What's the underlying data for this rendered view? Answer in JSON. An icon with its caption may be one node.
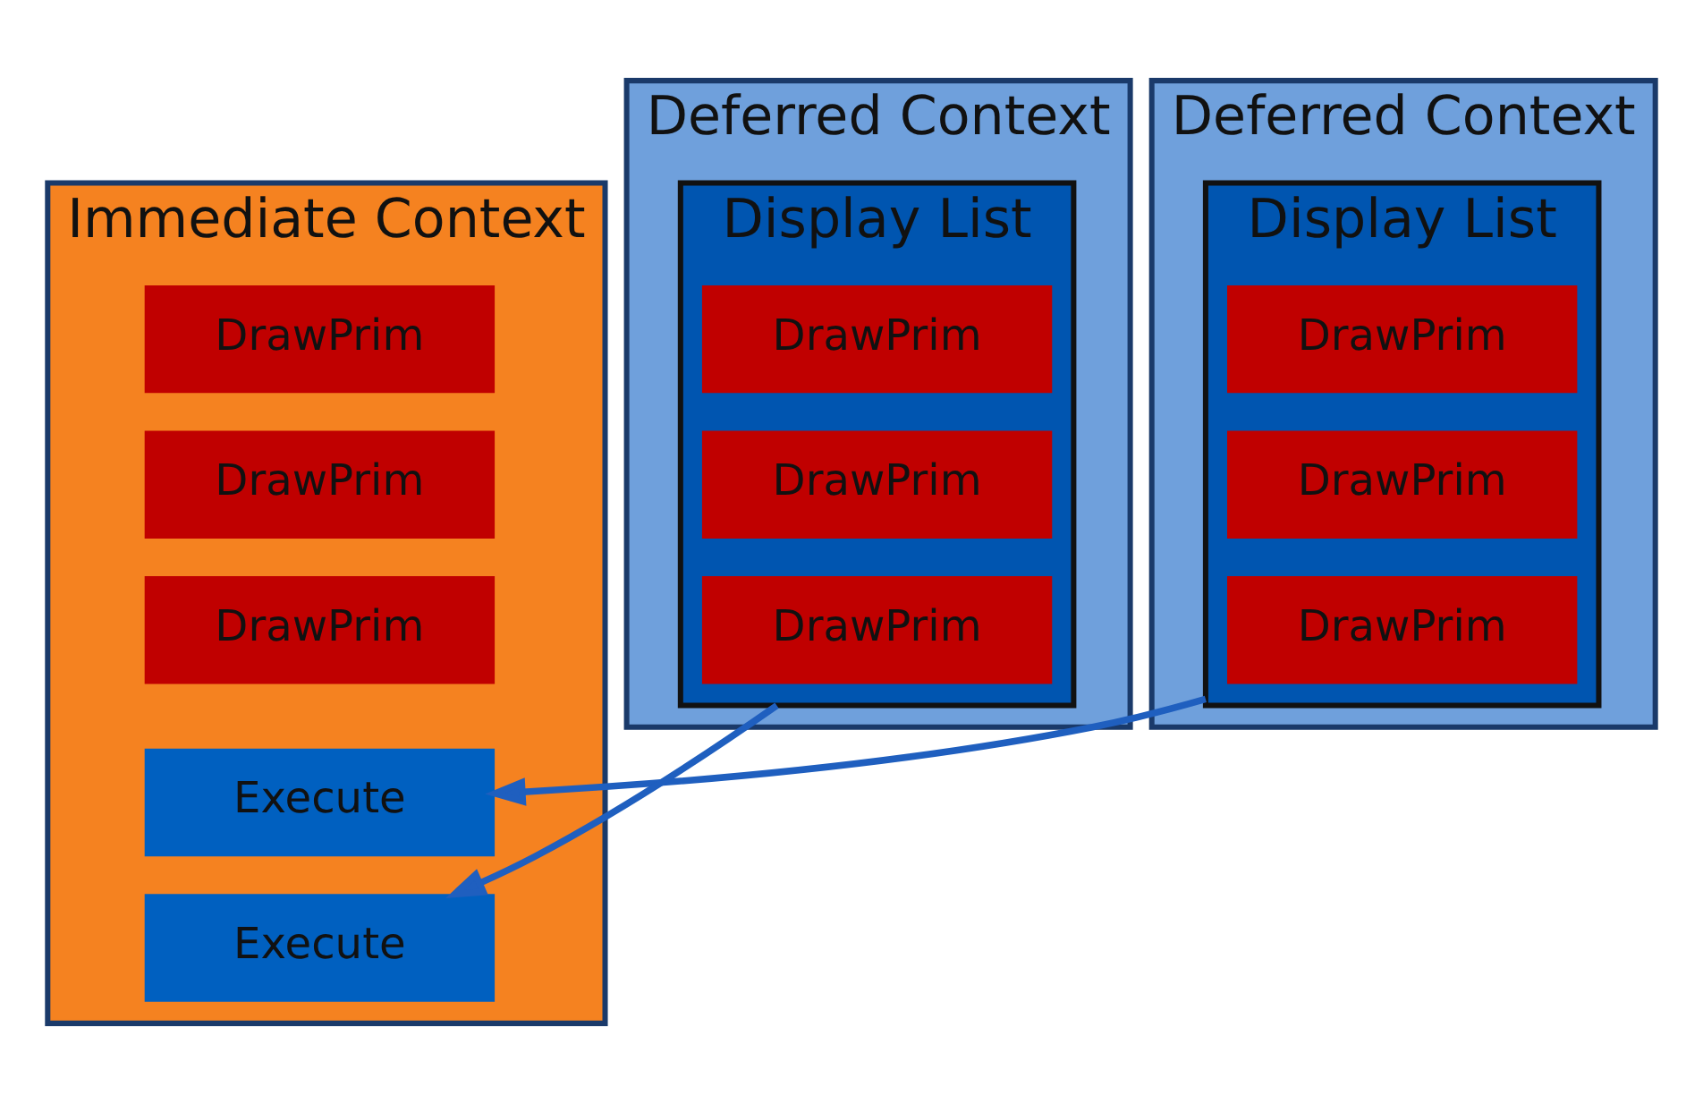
{
  "diagram": {
    "nodes": [
      {
        "text": [
          "Immediate Context"
        ]
      },
      {
        "text": [
          "DrawPrim"
        ],
        "in": 0
      },
      {
        "text": [
          "DrawPrim"
        ],
        "in": 0
      },
      {
        "text": [
          "DrawPrim"
        ],
        "in": 0
      },
      {
        "text": [
          "Execute"
        ],
        "in": 0
      },
      {
        "text": [
          "Execute"
        ],
        "in": 0
      },
      {
        "text": [
          "Deferred Context"
        ]
      },
      {
        "text": [
          "Display List"
        ],
        "in": 6
      },
      {
        "text": [
          "DrawPrim"
        ],
        "in": 7
      },
      {
        "text": [
          "DrawPrim"
        ],
        "in": 7
      },
      {
        "text": [
          "DrawPrim"
        ],
        "in": 7
      },
      {
        "text": [
          "Deferred Context"
        ]
      },
      {
        "text": [
          "Display List"
        ],
        "in": 11
      },
      {
        "text": [
          "DrawPrim"
        ],
        "in": 12
      },
      {
        "text": [
          "DrawPrim"
        ],
        "in": 12
      },
      {
        "text": [
          "DrawPrim"
        ],
        "in": 12
      }
    ],
    "edges": [
      {
        "from": 7,
        "to": 4,
        "arrow": "to"
      },
      {
        "from": 12,
        "to": 5,
        "arrow": "to"
      }
    ]
  }
}
